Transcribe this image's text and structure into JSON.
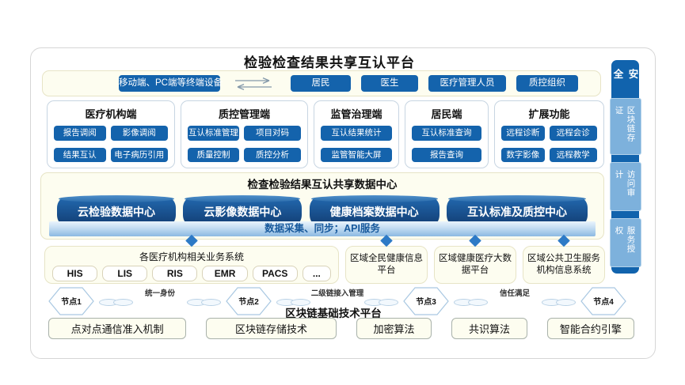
{
  "title": "检验检查结果共享互认平台",
  "terminals": {
    "device_label": "移动端、PC端等终端设备",
    "users": [
      "居民",
      "医生",
      "医疗管理人员",
      "质控组织"
    ]
  },
  "clients": [
    {
      "title": "医疗机构端",
      "items": [
        "报告调阅",
        "影像调阅",
        "结果互认",
        "电子病历引用"
      ]
    },
    {
      "title": "质控管理端",
      "items": [
        "互认标准管理",
        "项目对码",
        "质量控制",
        "质控分析"
      ]
    },
    {
      "title": "监管治理端",
      "items": [
        "互认结果统计",
        "监管智能大屏"
      ]
    },
    {
      "title": "居民端",
      "items": [
        "互认标准查询",
        "报告查询"
      ]
    },
    {
      "title": "扩展功能",
      "items": [
        "远程诊断",
        "远程会诊",
        "数字影像",
        "远程教学"
      ]
    }
  ],
  "data_center": {
    "title": "检查检验结果互认共享数据中心",
    "cylinders": [
      "云检验数据中心",
      "云影像数据中心",
      "健康档案数据中心",
      "互认标准及质控中心"
    ],
    "bar_label": "数据采集、同步；API服务"
  },
  "sources": {
    "hospital": {
      "title": "各医疗机构相关业务系统",
      "pills": [
        "HIS",
        "LIS",
        "RIS",
        "EMR",
        "PACS",
        "..."
      ]
    },
    "platforms": [
      "区域全民健康信息平台",
      "区域健康医疗大数据平台",
      "区域公共卫生服务机构信息系统"
    ]
  },
  "chain": {
    "nodes": [
      "节点1",
      "节点2",
      "节点3",
      "节点4"
    ],
    "labels": [
      "统一身份",
      "二级链接入管理",
      "信任满足"
    ]
  },
  "blockchain": {
    "title": "区块链基础技术平台",
    "items": [
      "点对点通信准入机制",
      "区块链存储技术",
      "加密算法",
      "共识算法",
      "智能合约引擎"
    ]
  },
  "security": {
    "title": "安全",
    "items": [
      "区块链存证",
      "访问审计",
      "服务授权"
    ]
  },
  "colors": {
    "button_blue": "#1463ac",
    "cylinder_blue": "#123e74",
    "sidebar_blue": "#1163ad",
    "cream_panel": "#fdfdf0",
    "diamond_blue": "#2d7ac6"
  }
}
